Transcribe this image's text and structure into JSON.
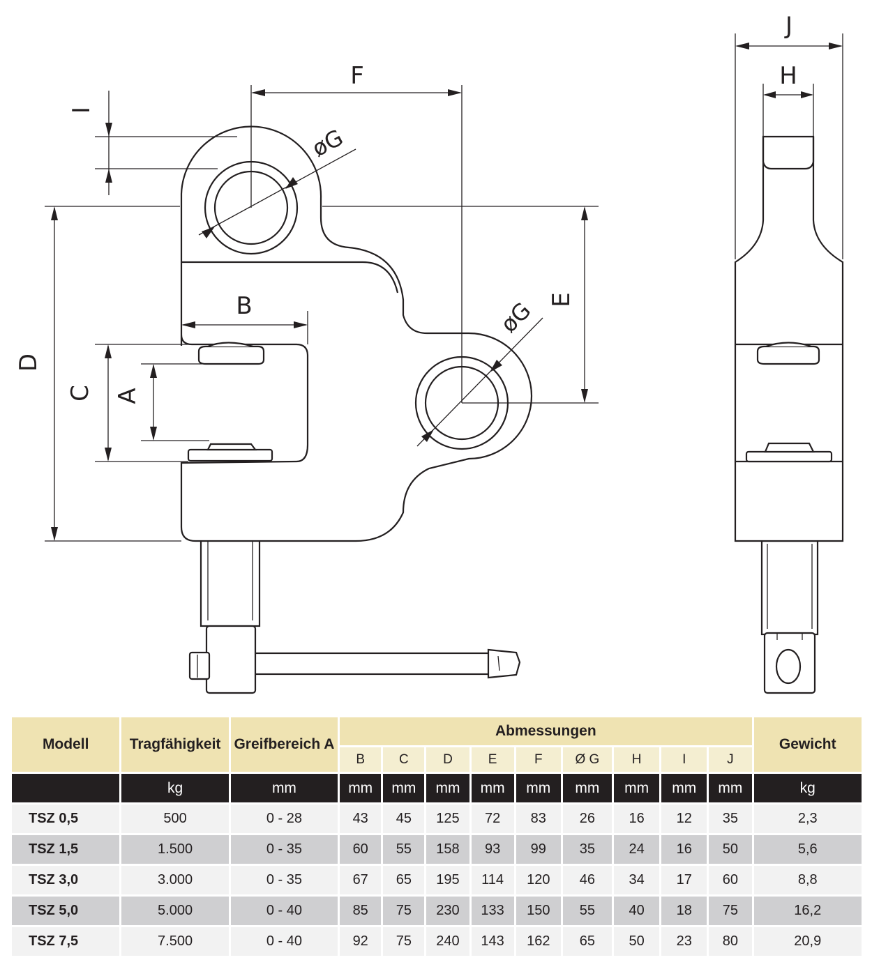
{
  "drawing": {
    "dim_labels": {
      "I": "I",
      "F": "F",
      "G_top": "øG",
      "G_side": "øG",
      "B": "B",
      "D": "D",
      "C": "C",
      "A": "A",
      "E": "E",
      "J": "J",
      "H": "H"
    }
  },
  "table": {
    "headers": {
      "modell": "Modell",
      "tragfaehigkeit": "Tragfähigkeit",
      "greifbereich": "Greifbereich A",
      "abmessungen": "Abmessungen",
      "gewicht": "Gewicht"
    },
    "dim_columns": [
      "B",
      "C",
      "D",
      "E",
      "F",
      "Ø G",
      "H",
      "I",
      "J"
    ],
    "units": {
      "tragfaehigkeit": "kg",
      "greifbereich": "mm",
      "dims": [
        "mm",
        "mm",
        "mm",
        "mm",
        "mm",
        "mm",
        "mm",
        "mm",
        "mm"
      ],
      "gewicht": "kg"
    },
    "rows": [
      {
        "modell": "TSZ 0,5",
        "tragfaehigkeit": "500",
        "greifbereich": "0 - 28",
        "dims": [
          "43",
          "45",
          "125",
          "72",
          "83",
          "26",
          "16",
          "12",
          "35"
        ],
        "gewicht": "2,3"
      },
      {
        "modell": "TSZ 1,5",
        "tragfaehigkeit": "1.500",
        "greifbereich": "0 - 35",
        "dims": [
          "60",
          "55",
          "158",
          "93",
          "99",
          "35",
          "24",
          "16",
          "50"
        ],
        "gewicht": "5,6"
      },
      {
        "modell": "TSZ 3,0",
        "tragfaehigkeit": "3.000",
        "greifbereich": "0 - 35",
        "dims": [
          "67",
          "65",
          "195",
          "114",
          "120",
          "46",
          "34",
          "17",
          "60"
        ],
        "gewicht": "8,8"
      },
      {
        "modell": "TSZ 5,0",
        "tragfaehigkeit": "5.000",
        "greifbereich": "0 - 40",
        "dims": [
          "85",
          "75",
          "230",
          "133",
          "150",
          "55",
          "40",
          "18",
          "75"
        ],
        "gewicht": "16,2"
      },
      {
        "modell": "TSZ 7,5",
        "tragfaehigkeit": "7.500",
        "greifbereich": "0 - 40",
        "dims": [
          "92",
          "75",
          "240",
          "143",
          "162",
          "65",
          "50",
          "23",
          "80"
        ],
        "gewicht": "20,9"
      }
    ]
  }
}
